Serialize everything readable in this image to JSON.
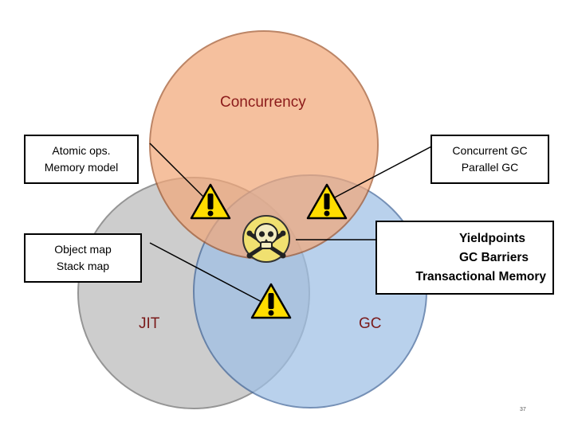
{
  "circles": {
    "concurrency": {
      "label": "Concurrency",
      "fill": "#f2a87a",
      "stroke": "#a3572c",
      "label_color": "#8b1a1a"
    },
    "jit": {
      "label": "JIT",
      "fill": "#c8c8c8",
      "stroke": "#8a8a8a",
      "label_color": "#7a1a1a"
    },
    "gc": {
      "label": "GC",
      "fill": "#9fc0e6",
      "stroke": "#41669a",
      "label_color": "#7a1a1a"
    }
  },
  "callouts": {
    "atomic": {
      "line1": "Atomic ops.",
      "line2": "Memory model"
    },
    "concurrent_gc": {
      "line1": "Concurrent GC",
      "line2": "Parallel GC"
    },
    "object_map": {
      "line1": "Object map",
      "line2": "Stack map"
    },
    "yieldpoints": {
      "line1": "Yieldpoints",
      "line2": "GC Barriers",
      "line3": "Transactional Memory"
    }
  },
  "icons": {
    "warning": "warning-icon",
    "toxic": "skull-crossbones-icon",
    "warning_fill": "#ffdd00",
    "toxic_fill": "#f0e070"
  },
  "slide_number": "37"
}
